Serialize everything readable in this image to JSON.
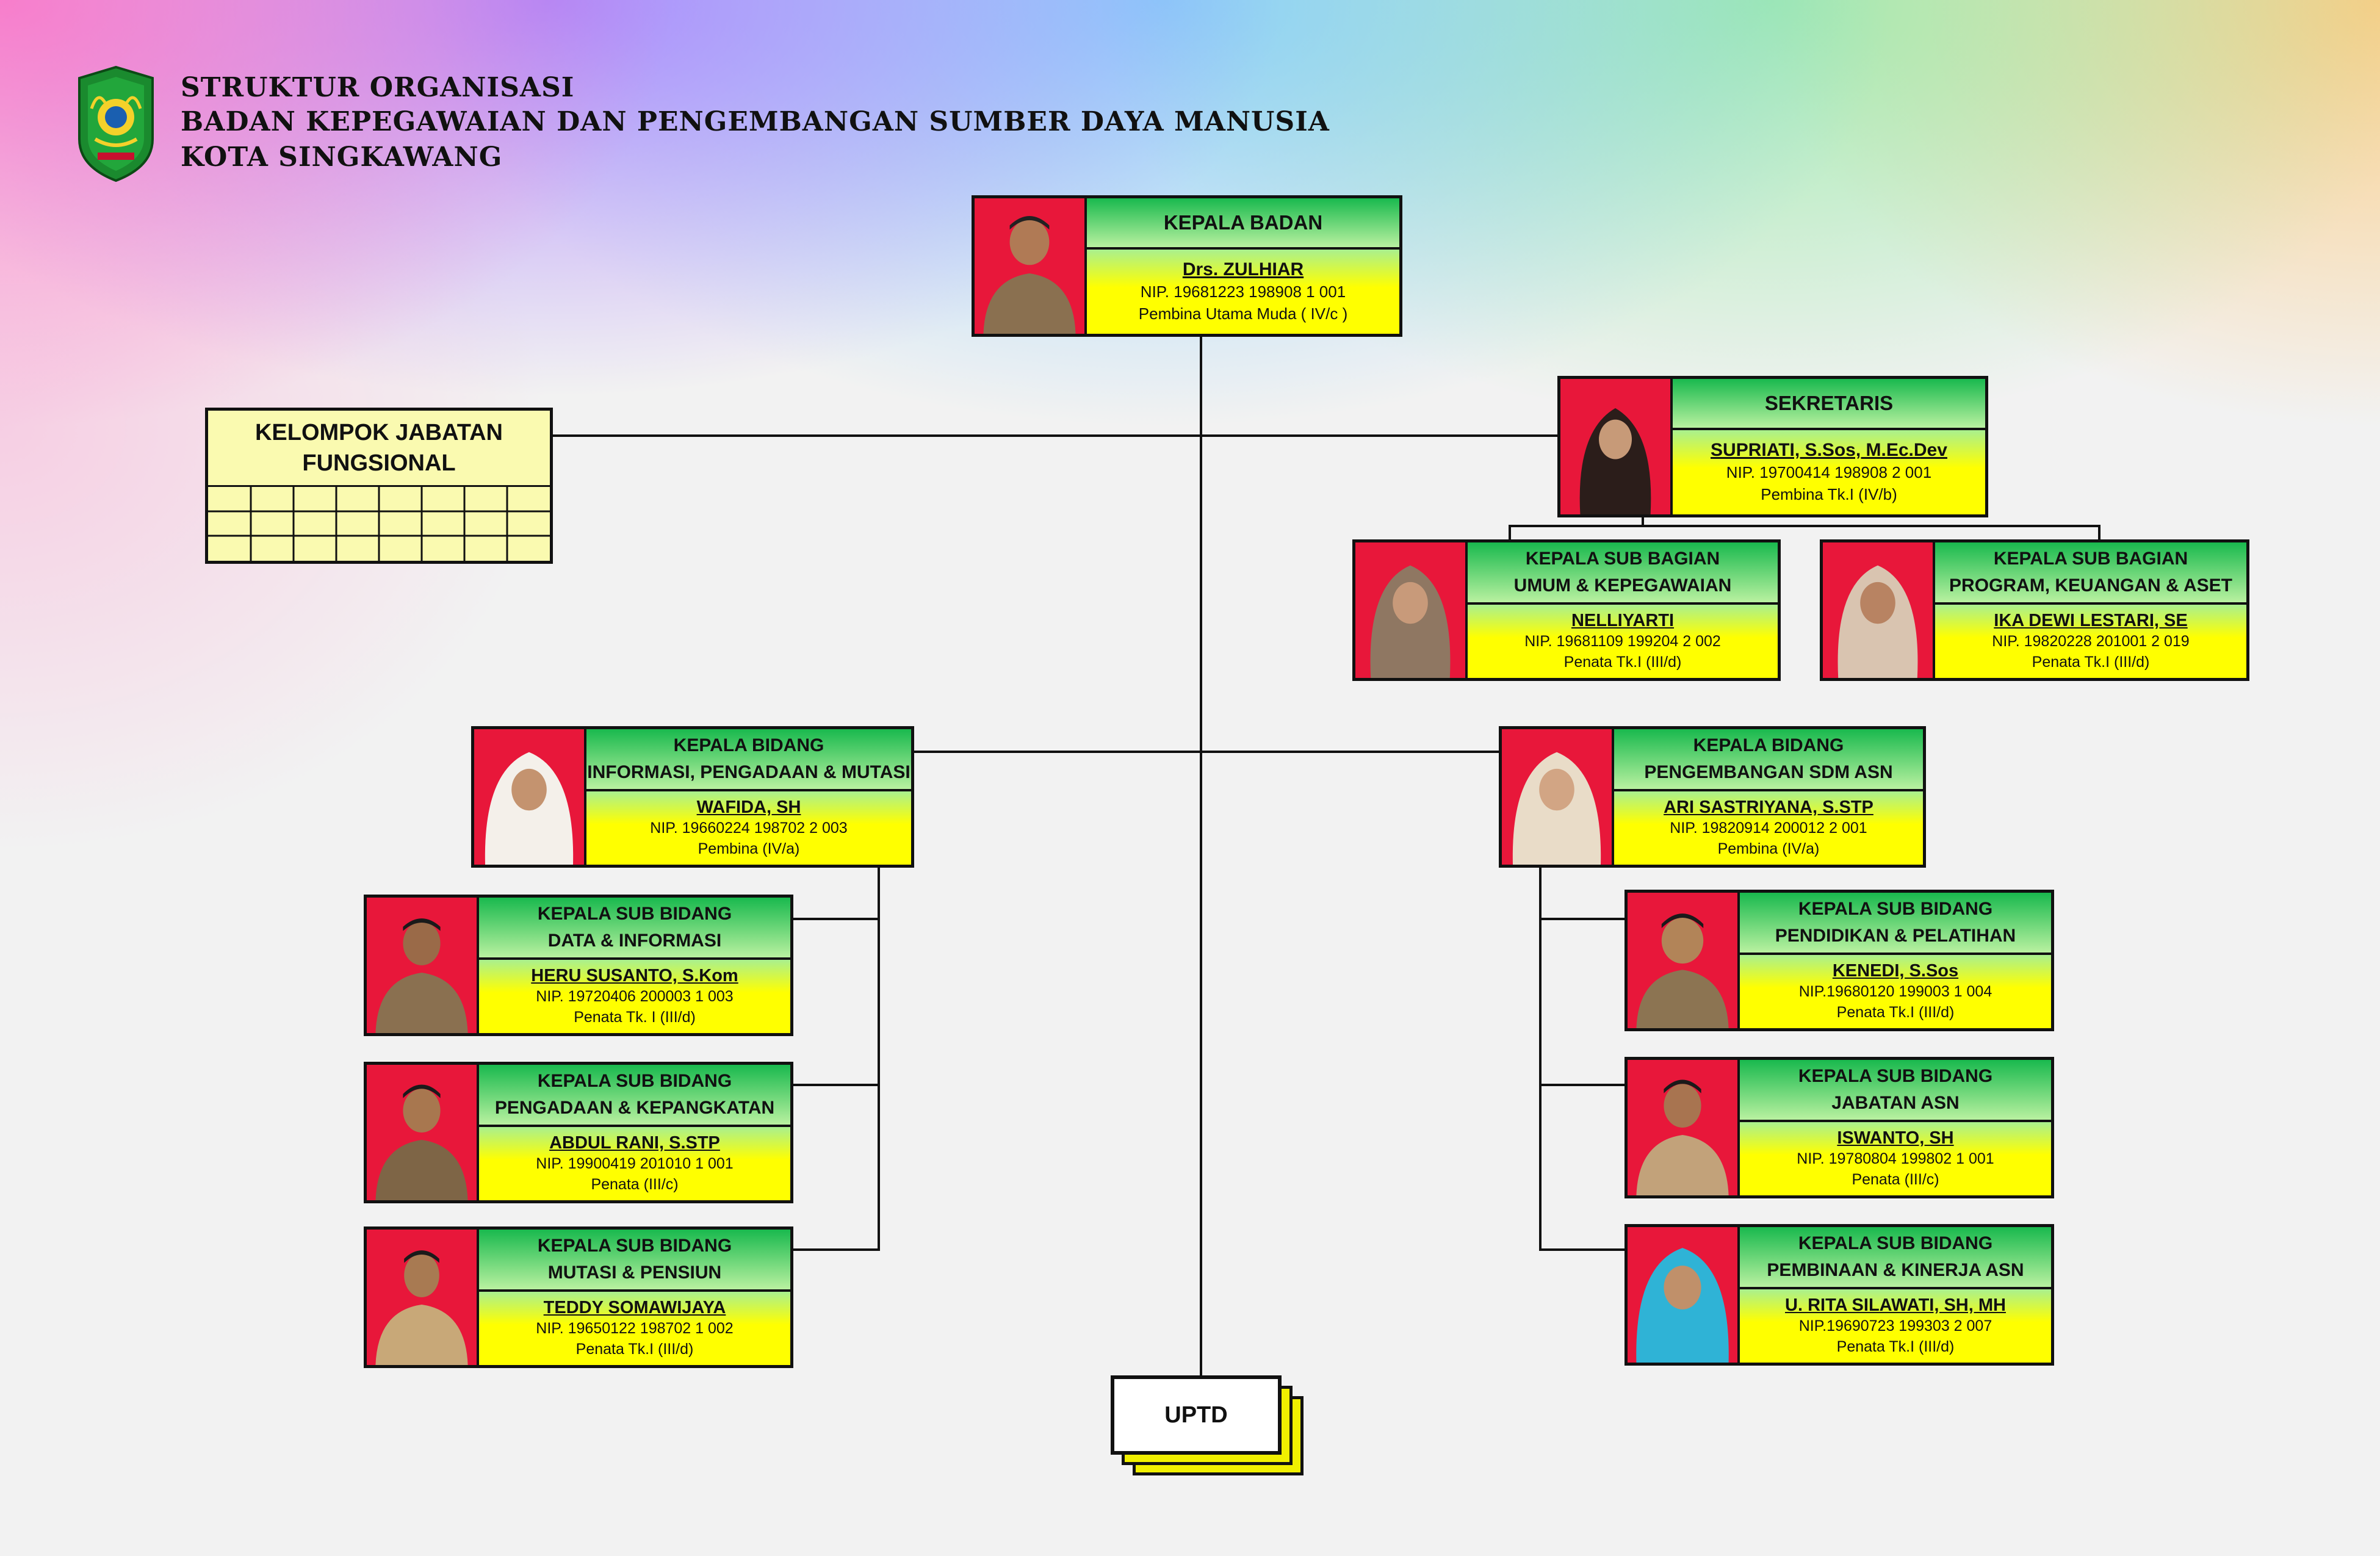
{
  "header": {
    "line1": "STRUKTUR ORGANISASI",
    "line2": "BADAN KEPEGAWAIAN DAN PENGEMBANGAN SUMBER DAYA MANUSIA",
    "line3": "KOTA SINGKAWANG"
  },
  "kepala_badan": {
    "position": "KEPALA BADAN",
    "name": "Drs. ZULHIAR",
    "nip": "NIP. 19681223 198908 1 001",
    "rank": "Pembina Utama Muda ( IV/c )"
  },
  "sekretaris": {
    "position": "SEKRETARIS",
    "name": "SUPRIATI, S.Sos, M.Ec.Dev",
    "nip": "NIP. 19700414 198908 2 001",
    "rank": "Pembina Tk.I (IV/b)"
  },
  "kjf": {
    "line1": "KELOMPOK JABATAN",
    "line2": "FUNGSIONAL"
  },
  "kasubbag_umum": {
    "position1": "KEPALA SUB BAGIAN",
    "position2": "UMUM & KEPEGAWAIAN",
    "name": "NELLIYARTI",
    "nip": "NIP. 19681109 199204 2 002",
    "rank": "Penata Tk.I (III/d)"
  },
  "kasubbag_program": {
    "position1": "KEPALA SUB BAGIAN",
    "position2": "PROGRAM, KEUANGAN & ASET",
    "name": "IKA DEWI LESTARI, SE",
    "nip": "NIP. 19820228 201001 2 019",
    "rank": "Penata Tk.I (III/d)"
  },
  "kabid_informasi": {
    "position1": "KEPALA BIDANG",
    "position2": "INFORMASI, PENGADAAN & MUTASI",
    "name": "WAFIDA, SH",
    "nip": "NIP. 19660224 198702 2 003",
    "rank": "Pembina (IV/a)"
  },
  "kabid_sdm": {
    "position1": "KEPALA BIDANG",
    "position2": "PENGEMBANGAN SDM ASN",
    "name": "ARI SASTRIYANA, S.STP",
    "nip": "NIP. 19820914 200012 2 001",
    "rank": "Pembina (IV/a)"
  },
  "kasubbid_data": {
    "position1": "KEPALA SUB BIDANG",
    "position2": "DATA & INFORMASI",
    "name": "HERU SUSANTO, S.Kom",
    "nip": "NIP. 19720406 200003 1 003",
    "rank": "Penata Tk. I (III/d)"
  },
  "kasubbid_pengadaan": {
    "position1": "KEPALA SUB BIDANG",
    "position2": "PENGADAAN & KEPANGKATAN",
    "name": "ABDUL RANI, S.STP",
    "nip": "NIP. 19900419 201010 1 001",
    "rank": "Penata  (III/c)"
  },
  "kasubbid_mutasi": {
    "position1": "KEPALA SUB BIDANG",
    "position2": "MUTASI & PENSIUN",
    "name": "TEDDY SOMAWIJAYA",
    "nip": "NIP. 19650122 198702 1 002",
    "rank": "Penata Tk.I (III/d)"
  },
  "kasubbid_diklat": {
    "position1": "KEPALA SUB BIDANG",
    "position2": "PENDIDIKAN & PELATIHAN",
    "name": "KENEDI, S.Sos",
    "nip": "NIP.19680120 199003 1 004",
    "rank": "Penata Tk.I (III/d)"
  },
  "kasubbid_jabatan": {
    "position1": "KEPALA SUB BIDANG",
    "position2": "JABATAN ASN",
    "name": "ISWANTO, SH",
    "nip": "NIP. 19780804 199802 1 001",
    "rank": "Penata (III/c)"
  },
  "kasubbid_pembinaan": {
    "position1": "KEPALA SUB BIDANG",
    "position2": "PEMBINAAN & KINERJA ASN",
    "name": "U. RITA SILAWATI, SH, MH",
    "nip": "NIP.19690723 199303 2 007",
    "rank": "Penata Tk.I (III/d)"
  },
  "uptd": {
    "label": "UPTD"
  }
}
